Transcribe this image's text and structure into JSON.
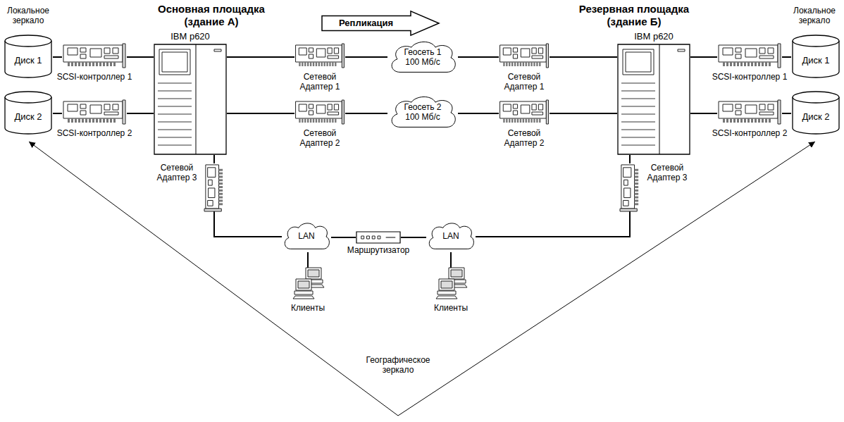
{
  "diagram": {
    "nodes": [
      {
        "text": [
          "Диск 1"
        ]
      },
      {
        "text": [
          "Диск 2"
        ]
      },
      {
        "text": [
          "SCSI-контроллер 1"
        ]
      },
      {
        "text": [
          "SCSI-контроллер 2"
        ]
      },
      {
        "text": [
          "IBM p620"
        ]
      },
      {
        "text": [
          "Сетевой Адаптер 1"
        ]
      },
      {
        "text": [
          "Сетевой Адаптер 2"
        ]
      },
      {
        "text": [
          "Сетевой Адаптер 3"
        ]
      },
      {
        "text": [
          "Репликация"
        ]
      },
      {
        "text": [
          "Геосеть 1 100 Мб/с"
        ]
      },
      {
        "text": [
          "Геосеть 2 100 Мб/с"
        ]
      },
      {
        "text": [
          "LAN"
        ]
      },
      {
        "text": [
          "Маршрутизатор"
        ]
      },
      {
        "text": [
          "LAN"
        ]
      },
      {
        "text": [
          "Клиенты"
        ]
      },
      {
        "text": [
          "Клиенты"
        ]
      },
      {
        "text": [
          "IBM p620"
        ]
      },
      {
        "text": [
          "Сетевой Адаптер 1"
        ]
      },
      {
        "text": [
          "Сетевой Адаптер 2"
        ]
      },
      {
        "text": [
          "Сетевой Адаптер 3"
        ]
      },
      {
        "text": [
          "SCSI-контроллер 1"
        ]
      },
      {
        "text": [
          "SCSI-контроллер 2"
        ]
      },
      {
        "text": [
          "Диск 1"
        ]
      },
      {
        "text": [
          "Диск 2"
        ]
      }
    ],
    "edges": [
      {
        "from": 0,
        "to": 2,
        "arrow": "none"
      },
      {
        "from": 2,
        "to": 4,
        "arrow": "none"
      },
      {
        "from": 1,
        "to": 3,
        "arrow": "none"
      },
      {
        "from": 3,
        "to": 4,
        "arrow": "none"
      },
      {
        "from": 4,
        "to": 5,
        "arrow": "none"
      },
      {
        "from": 5,
        "to": 9,
        "arrow": "none"
      },
      {
        "from": 9,
        "to": 17,
        "arrow": "none"
      },
      {
        "from": 17,
        "to": 16,
        "arrow": "none"
      },
      {
        "from": 4,
        "to": 6,
        "arrow": "none"
      },
      {
        "from": 6,
        "to": 10,
        "arrow": "none"
      },
      {
        "from": 10,
        "to": 18,
        "arrow": "none"
      },
      {
        "from": 18,
        "to": 16,
        "arrow": "none"
      },
      {
        "from": 4,
        "to": 7,
        "arrow": "none"
      },
      {
        "from": 7,
        "to": 11,
        "arrow": "none"
      },
      {
        "from": 11,
        "to": 12,
        "arrow": "none"
      },
      {
        "from": 12,
        "to": 13,
        "arrow": "none"
      },
      {
        "from": 13,
        "to": 19,
        "arrow": "none"
      },
      {
        "from": 19,
        "to": 16,
        "arrow": "none"
      },
      {
        "from": 11,
        "to": 14,
        "arrow": "none"
      },
      {
        "from": 13,
        "to": 15,
        "arrow": "none"
      },
      {
        "from": 16,
        "to": 20,
        "arrow": "none"
      },
      {
        "from": 20,
        "to": 22,
        "arrow": "none"
      },
      {
        "from": 16,
        "to": 21,
        "arrow": "none"
      },
      {
        "from": 21,
        "to": 23,
        "arrow": "none"
      }
    ],
    "labels": [
      "Основная площадка (здание А)",
      "Резервная площадка (здание Б)",
      "Локальное зеркало",
      "Локальное зеркало",
      "Географическое зеркало"
    ]
  }
}
